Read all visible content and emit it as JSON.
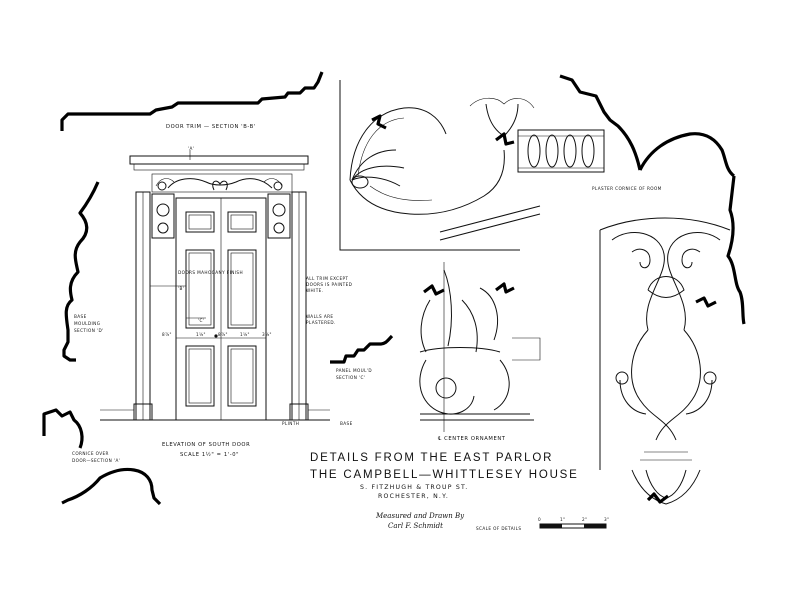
{
  "labels": {
    "door_trim": "DOOR TRIM — SECTION 'B-B'",
    "plaster_cornice": "PLASTER CORNICE OF ROOM",
    "base_moulding_1": "BASE",
    "base_moulding_2": "MOULDING",
    "base_moulding_3": "SECTION 'D'",
    "cornice_over_1": "CORNICE OVER",
    "cornice_over_2": "DOOR—SECTION 'A'",
    "mahogany_finish": "DOORS MAHOGANY FINISH",
    "trim_note_1": "ALL TRIM EXCEPT",
    "trim_note_2": "DOORS IS PAINTED",
    "trim_note_3": "WHITE.",
    "walls_note_1": "WALLS ARE",
    "walls_note_2": "PLASTERED.",
    "panel_mould_1": "PANEL MOUL'D",
    "panel_mould_2": "SECTION 'C'",
    "marker_a": "'A'",
    "marker_b": "'B'",
    "marker_c": "'C'",
    "plinth": "PLINTH",
    "base": "BASE",
    "elevation_title": "ELEVATION OF SOUTH DOOR",
    "elevation_scale": "SCALE 1½\" = 1'-0\"",
    "center_ornament": "℄ CENTER ORNAMENT",
    "scale_of_details": "SCALE OF DETAILS",
    "scale_ticks": [
      "0",
      "1\"",
      "2\"",
      "3\""
    ],
    "dims": [
      "8⅞\"",
      "1⅛\"",
      "8⅞\"",
      "1⅛\"",
      "3⅞\""
    ]
  },
  "title_block": {
    "line1": "DETAILS FROM THE EAST PARLOR",
    "line2": "THE CAMPBELL—WHITTLESEY HOUSE",
    "line3": "S. FITZHUGH & TROUP ST.",
    "line4": "ROCHESTER, N.Y."
  },
  "signature": {
    "line1": "Measured and Drawn By",
    "line2": "Carl F. Schmidt"
  }
}
